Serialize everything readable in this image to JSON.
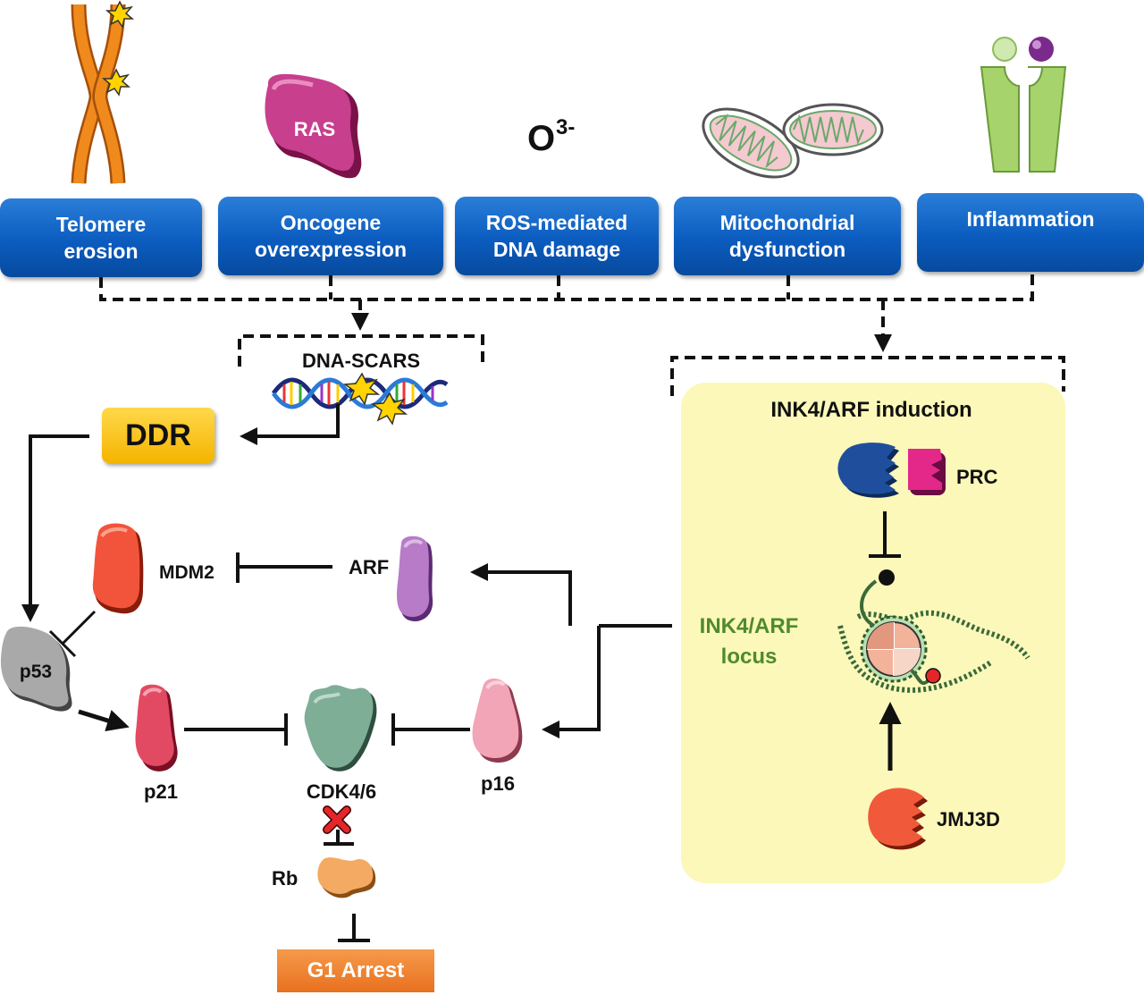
{
  "stressors": {
    "telomere": "Telomere\nerosion",
    "oncogene": "Oncogene\noverexpression",
    "ros": "ROS-mediated\nDNA damage",
    "mito": "Mitochondrial\ndysfunction",
    "inflammation": "Inflammation"
  },
  "icons": {
    "ras_label": "RAS",
    "ros_symbol": "O",
    "ros_superscript": "3-"
  },
  "pathway": {
    "dna_scars": "DNA-SCARS",
    "ddr": "DDR",
    "mdm2": "MDM2",
    "arf": "ARF",
    "p53": "p53",
    "p21": "p21",
    "cdk": "CDK4/6",
    "p16": "p16",
    "rb": "Rb",
    "g1_arrest": "G1 Arrest"
  },
  "ink4": {
    "title": "INK4/ARF induction",
    "prc": "PRC",
    "locus": "INK4/ARF\nlocus",
    "jmj3d": "JMJ3D"
  },
  "colors": {
    "box_blue": "#0b5cbf",
    "panel_yellow": "#fbf8b9",
    "ddr_yellow": "#f4b400",
    "g1_orange": "#e8711f",
    "locus_green": "#4f8a2e"
  }
}
